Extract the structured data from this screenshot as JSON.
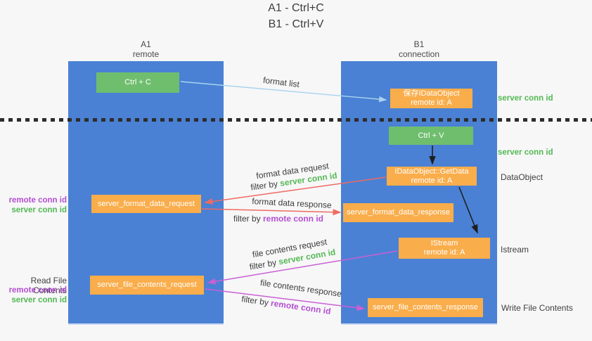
{
  "title": {
    "line1": "A1 - Ctrl+C",
    "line2": "B1 - Ctrl+V"
  },
  "columns": {
    "a": {
      "id": "A1",
      "subtitle": "remote"
    },
    "b": {
      "id": "B1",
      "subtitle": "connection"
    }
  },
  "nodes": {
    "ctrl_c": "Ctrl + C",
    "save_dataobject": {
      "line1": "保存IDataObject",
      "line2": "remote id: A"
    },
    "ctrl_v": "Ctrl + V",
    "getdata": {
      "line1": "IDataObject::GetData",
      "line2": "remote id: A"
    },
    "format_request": "server_format_data_request",
    "format_response": "server_format_data_response",
    "istream": {
      "line1": "IStream",
      "line2": "remote id: A"
    },
    "file_request": "server_file_contents_request",
    "file_response": "server_file_contents_response"
  },
  "side_labels": {
    "server_conn_id_top": "server conn id",
    "server_conn_id_mid": "server conn id",
    "dataobject": "DataObject",
    "istream": "Istream",
    "write_file_contents": "Write File Contents",
    "read_file_contents": "Read File Contents",
    "remote_conn_id_1": "remote conn id",
    "server_conn_id_1": "server conn id",
    "remote_conn_id_2": "remote conn id",
    "server_conn_id_2": "server conn id"
  },
  "arrow_labels": {
    "format_list": "format list",
    "format_data_request": "format data request",
    "filter_by_1_prefix": "filter by ",
    "filter_by_1_id": "server conn id",
    "format_data_response": "format data response",
    "filter_by_2_prefix": "filter by ",
    "filter_by_2_id": "remote conn id",
    "file_contents_request": "file contents request",
    "filter_by_3_prefix": "filter by ",
    "filter_by_3_id": "server conn id",
    "file_contents_response": "file contents response",
    "filter_by_4_prefix": "filter by ",
    "filter_by_4_id": "remote conn id"
  },
  "colors": {
    "bg": "#f7f7f8",
    "column_blue": "#4a81d4",
    "green_box": "#6fbe6e",
    "orange_box": "#f9ad4b",
    "green_id": "#53b953",
    "purple_id": "#b44fd0",
    "red_arrow": "#ee6a61",
    "orchid_arrow": "#ca5fd4",
    "lightblue_arrow": "#a9d3ef",
    "black_arrow": "#1f1f1f",
    "text_dark": "#3d3d3d"
  }
}
